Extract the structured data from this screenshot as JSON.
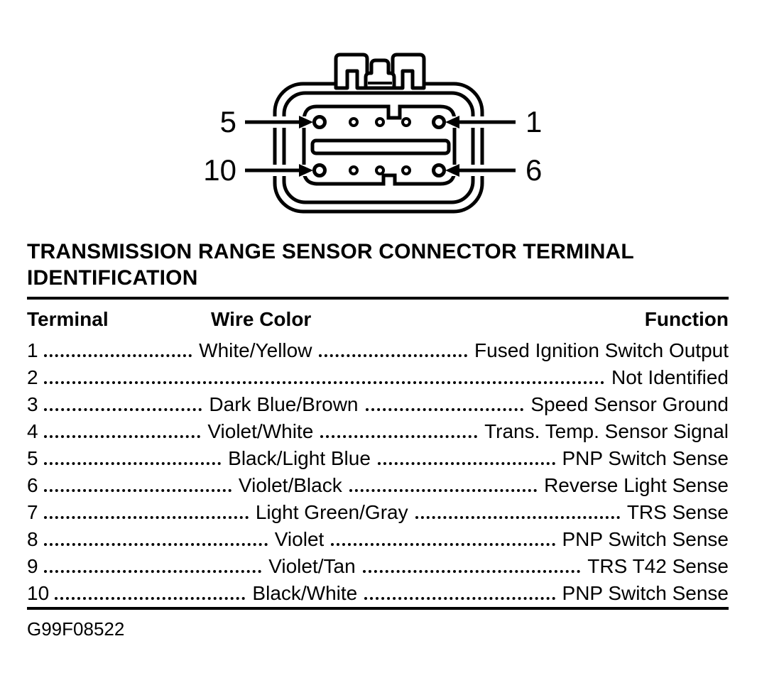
{
  "diagram": {
    "name": "transmission range sensor connector face view",
    "pin_labels": {
      "top_left": "5",
      "top_right": "1",
      "bottom_left": "10",
      "bottom_right": "6"
    }
  },
  "title": "TRANSMISSION RANGE SENSOR CONNECTOR TERMINAL IDENTIFICATION",
  "table": {
    "headers": {
      "terminal": "Terminal",
      "wire_color": "Wire Color",
      "function": "Function"
    },
    "rows": [
      {
        "terminal": "1",
        "wire_color": "White/Yellow",
        "function": "Fused Ignition Switch Output"
      },
      {
        "terminal": "2",
        "wire_color": "",
        "function": "Not Identified"
      },
      {
        "terminal": "3",
        "wire_color": "Dark Blue/Brown",
        "function": "Speed Sensor Ground"
      },
      {
        "terminal": "4",
        "wire_color": "Violet/White",
        "function": "Trans. Temp. Sensor Signal"
      },
      {
        "terminal": "5",
        "wire_color": "Black/Light Blue",
        "function": "PNP Switch Sense"
      },
      {
        "terminal": "6",
        "wire_color": "Violet/Black",
        "function": "Reverse Light Sense"
      },
      {
        "terminal": "7",
        "wire_color": "Light Green/Gray",
        "function": "TRS Sense"
      },
      {
        "terminal": "8",
        "wire_color": "Violet",
        "function": "PNP Switch Sense"
      },
      {
        "terminal": "9",
        "wire_color": "Violet/Tan",
        "function": "TRS T42 Sense"
      },
      {
        "terminal": "10",
        "wire_color": "Black/White",
        "function": "PNP Switch Sense"
      }
    ]
  },
  "figure_id": "G99F08522",
  "colors": {
    "foreground": "#000000",
    "background": "#ffffff"
  }
}
